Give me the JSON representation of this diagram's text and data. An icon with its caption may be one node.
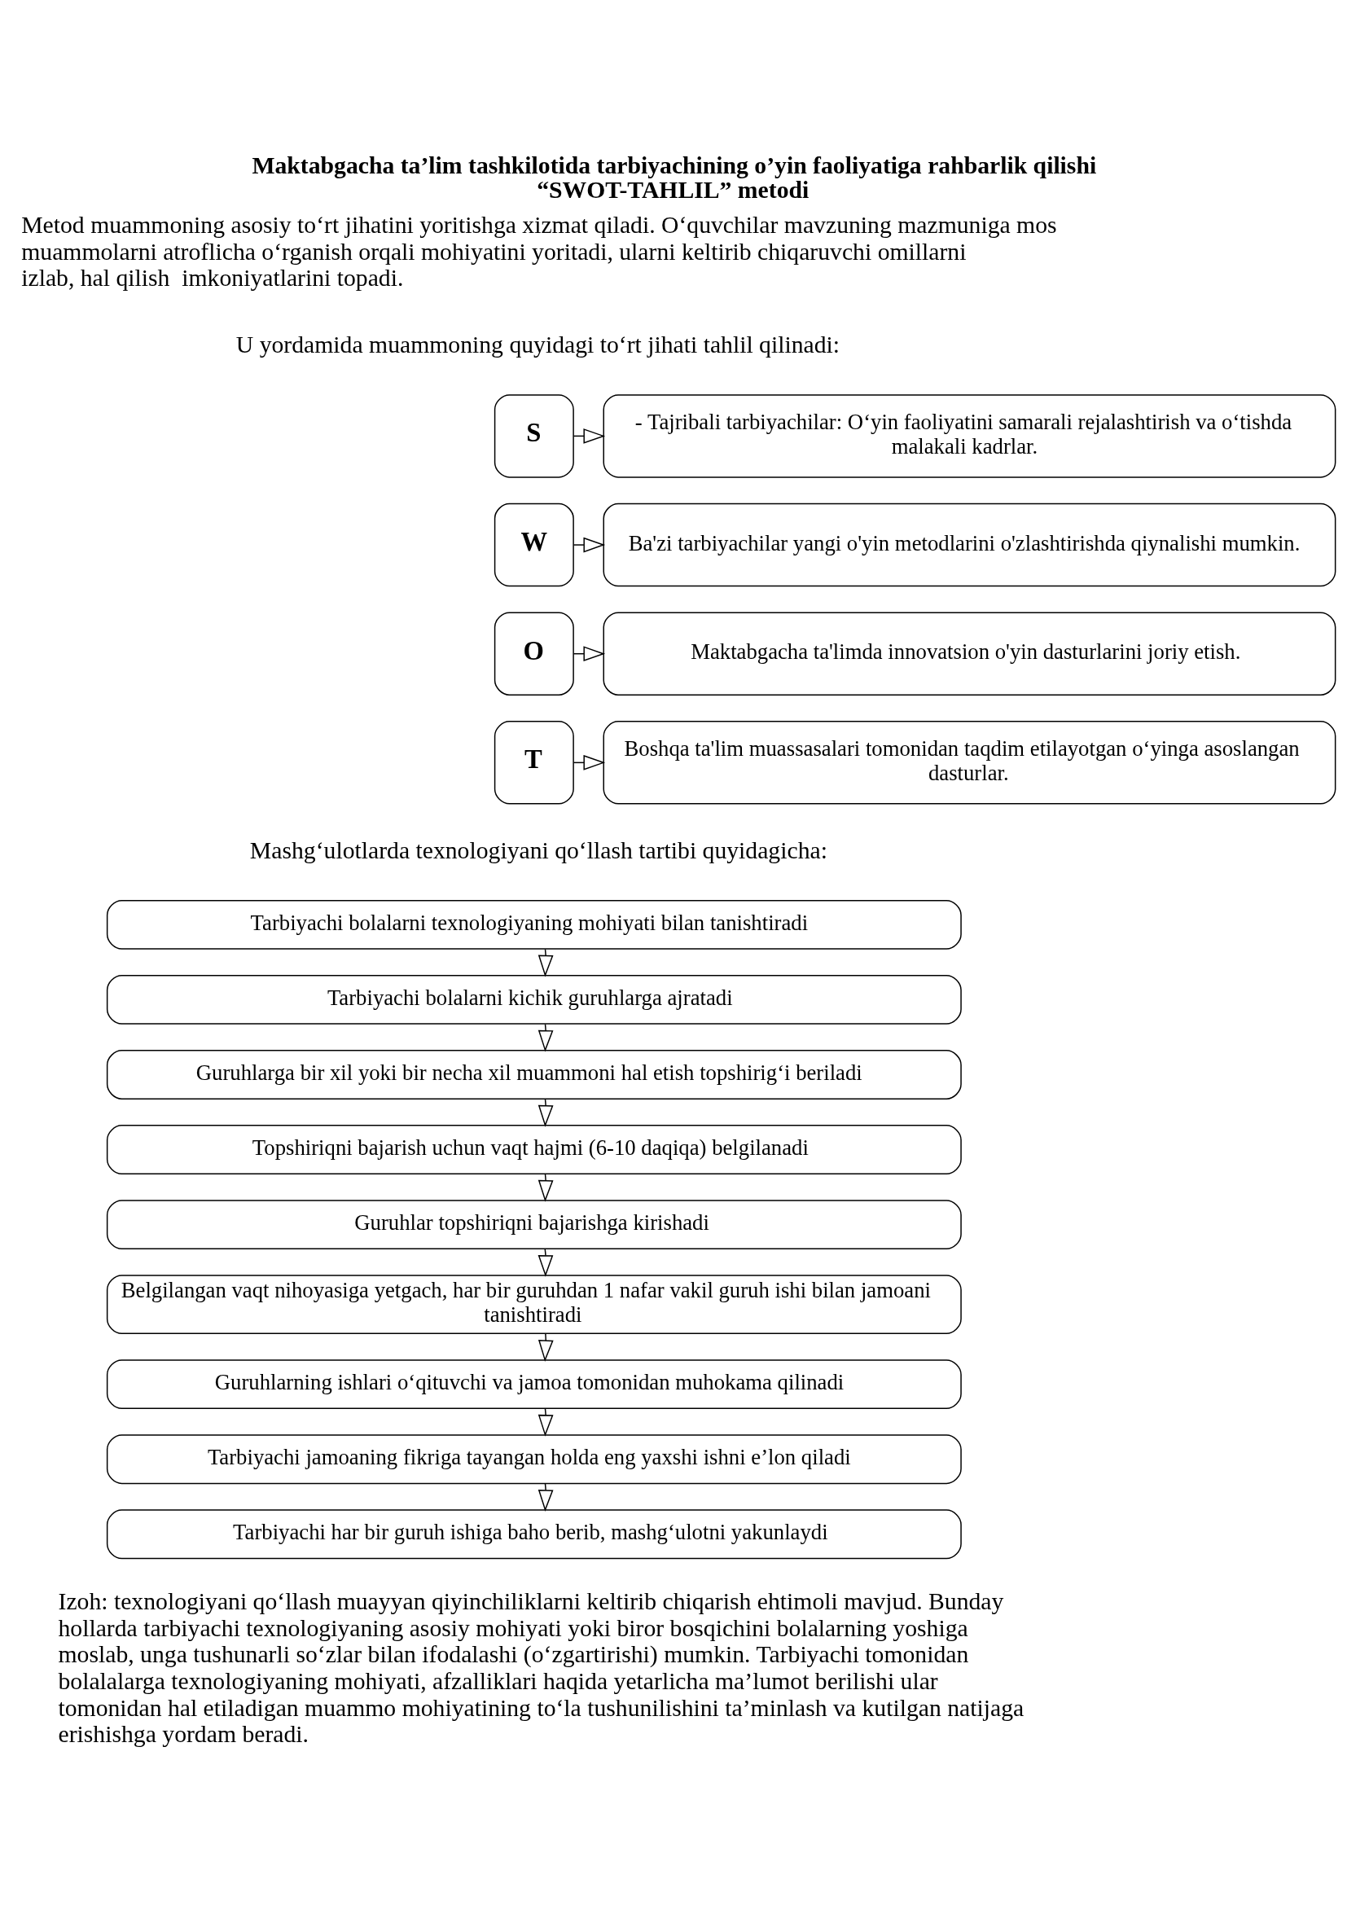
{
  "diagram": {
    "title": "Maktabgacha ta’lim tashkilotida tarbiyachining o’yin faoliyatiga rahbarlik qilishi “SWOT-TAHLIL” metodi",
    "nodes": [
      {
        "text": [
          "S"
        ]
      },
      {
        "text": [
          "- Tajribali tarbiyachilar: O‘yin faoliyatini samarali rejalashtirish va o‘tishda malakali kadrlar."
        ]
      },
      {
        "text": [
          "W"
        ]
      },
      {
        "text": [
          "Ba'zi tarbiyachilar yangi o'yin metodlarini o'zlashtirishda qiynalishi mumkin."
        ]
      },
      {
        "text": [
          "O"
        ]
      },
      {
        "text": [
          "Maktabgacha ta'limda innovatsion o'yin dasturlarini joriy etish."
        ]
      },
      {
        "text": [
          "T"
        ]
      },
      {
        "text": [
          "Boshqa ta'lim muassasalari tomonidan taqdim etilayotgan o‘yinga asoslangan dasturlar."
        ]
      },
      {
        "text": [
          "Tarbiyachi bolalarni texnologiyaning mohiyati bilan tanishtiradi"
        ]
      },
      {
        "text": [
          "Tarbiyachi bolalarni kichik guruhlarga ajratadi"
        ]
      },
      {
        "text": [
          "Guruhlarga bir xil yoki bir necha xil muammoni hal etish topshirig‘i beriladi"
        ]
      },
      {
        "text": [
          "Topshiriqni bajarish uchun vaqt hajmi (6-10 daqiqa) belgilanadi"
        ]
      },
      {
        "text": [
          "Guruhlar topshiriqni bajarishga kirishadi"
        ]
      },
      {
        "text": [
          "Belgilangan vaqt nihoyasiga yetgach, har bir guruhdan 1 nafar vakil guruh ishi bilan jamoani tanishtiradi"
        ]
      },
      {
        "text": [
          "Guruhlarning ishlari o‘qituvchi va jamoa tomonidan muhokama qilinadi"
        ]
      },
      {
        "text": [
          "Tarbiyachi jamoaning fikriga tayangan holda eng yaxshi ishni e’lon qiladi"
        ]
      },
      {
        "text": [
          "Tarbiyachi har bir guruh ishiga baho berib, mashg‘ulotni yakunlaydi"
        ]
      }
    ],
    "edges": [
      {
        "from": 0,
        "to": 1,
        "arrow": "to"
      },
      {
        "from": 2,
        "to": 3,
        "arrow": "to"
      },
      {
        "from": 4,
        "to": 5,
        "arrow": "to"
      },
      {
        "from": 6,
        "to": 7,
        "arrow": "to"
      },
      {
        "from": 8,
        "to": 9,
        "arrow": "to"
      },
      {
        "from": 9,
        "to": 10,
        "arrow": "to"
      },
      {
        "from": 10,
        "to": 11,
        "arrow": "to"
      },
      {
        "from": 11,
        "to": 12,
        "arrow": "to"
      },
      {
        "from": 12,
        "to": 13,
        "arrow": "to"
      },
      {
        "from": 13,
        "to": 14,
        "arrow": "to"
      },
      {
        "from": 14,
        "to": 15,
        "arrow": "to"
      },
      {
        "from": 15,
        "to": 16,
        "arrow": "to"
      }
    ],
    "labels": [
      "Metod muammoning asosiy to‘rt jihatini yoritishga xizmat qiladi. O‘quvchilar mavzuning mazmuniga mos muammolarni atroflicha o‘rganish orqali mohiyatini yoritadi, ularni keltirib chiqaruvchi omillarni izlab, hal qilish  imkoniyatlarini topadi.",
      "U yordamida muammoning quyidagi to‘rt jihati tahlil qilinadi:",
      "Mashg‘ulotlarda texnologiyani qo‘llash tartibi quyidagicha:",
      "Izoh: texnologiyani qo‘llash muayyan qiyinchiliklarni keltirib chiqarish ehtimoli mavjud. Bunday hollarda tarbiyachi texnologiyaning asosiy mohiyati yoki biror bosqichini bolalarning yoshiga moslab, unga tushunarli so‘zlar bilan ifodalashi (o‘zgartirishi) mumkin. Tarbiyachi tomonidan bolalalarga texnologiyaning mohiyati, afzalliklari haqida yetarlicha ma’lumot berilishi ular tomonidan hal etiladigan muammo mohiyatining to‘la tushunilishini ta’minlash va kutilgan natijaga erishishga yordam beradi."
    ]
  }
}
